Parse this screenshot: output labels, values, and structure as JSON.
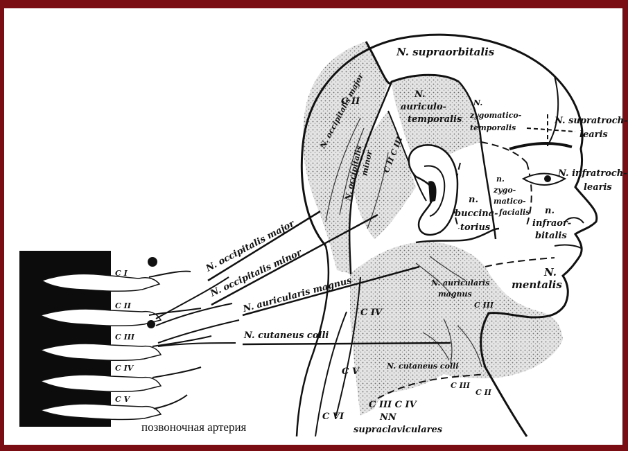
{
  "colors": {
    "frame": "#7a0d14",
    "ink": "#111111",
    "stipple": "#c9c9c9"
  },
  "labels": {
    "supraorbitalis": "N. supraorbitalis",
    "occipitalis_major_zone": "N. occipitalis major",
    "c2_zone": "C II",
    "auriculotemporalis": [
      "N.",
      "auriculo-",
      "temporalis"
    ],
    "zygomaticotemporalis": [
      "N.",
      "zygomatico-",
      "temporalis"
    ],
    "supratrochlearis": [
      "N. supratroch-",
      "learis"
    ],
    "infratrochlearis": [
      "N. infratroch-",
      "learis"
    ],
    "occipitalis_minor_zone": [
      "N. occipitalis",
      "minor"
    ],
    "c2c3_zone": "C II C III",
    "zygomaticofacialis": [
      "n.",
      "zygo-",
      "matico-",
      "facialis"
    ],
    "buccinatorius": [
      "n.",
      "buccina-",
      "torius"
    ],
    "infraorbitalis": [
      "n.",
      "infraor-",
      "bitalis"
    ],
    "mentalis": [
      "N.",
      "mentalis"
    ],
    "auricularis_magnus_zone": [
      "N. auricularis",
      "magnus",
      "C III"
    ],
    "c4_zone": "C IV",
    "c5_zone": "C V",
    "c6_zone": "C VI",
    "cutaneus_colli_zone": "N. cutaneus colli",
    "cutaneus_colli_c": [
      "C III",
      "C II"
    ],
    "supraclaviculares": [
      "C III  C IV",
      "NN",
      "supraclaviculares"
    ],
    "leader_occ_major": "N. occipitalis major",
    "leader_occ_minor": "N. occipitalis minor",
    "leader_auricularis": "N. auricularis magnus",
    "leader_cutaneus": "N. cutaneus colli",
    "vertebrae": [
      "C I",
      "C II",
      "C III",
      "C IV",
      "C V"
    ],
    "artery": "позвоночная артерия"
  }
}
